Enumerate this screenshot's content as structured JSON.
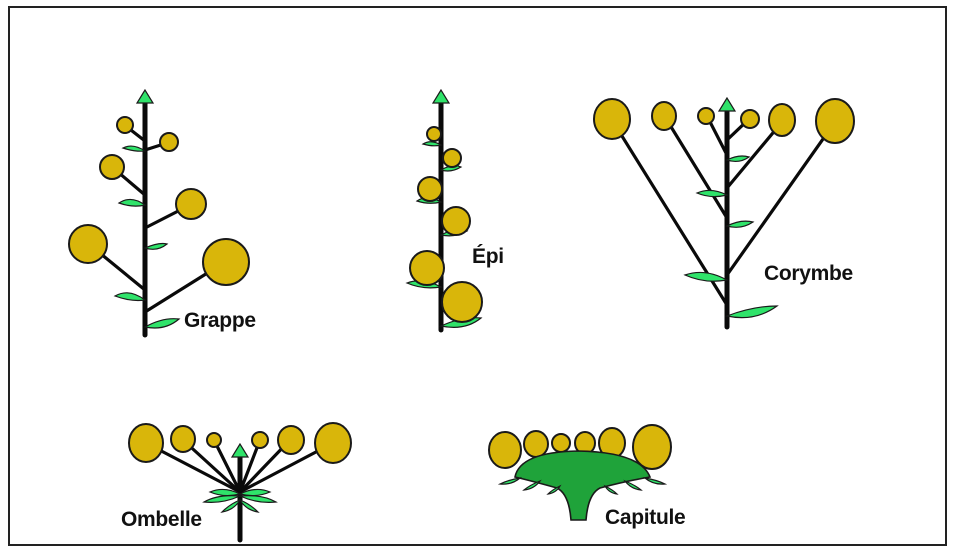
{
  "labels": {
    "grappe": "Grappe",
    "epi": "Épi",
    "corymbe": "Corymbe",
    "ombelle": "Ombelle",
    "capitule": "Capitule"
  },
  "colors": {
    "flower": "#d9b60a",
    "stem": "#0a0a0a",
    "bract": "#2fe36a",
    "receptacle": "#1fa33a"
  }
}
